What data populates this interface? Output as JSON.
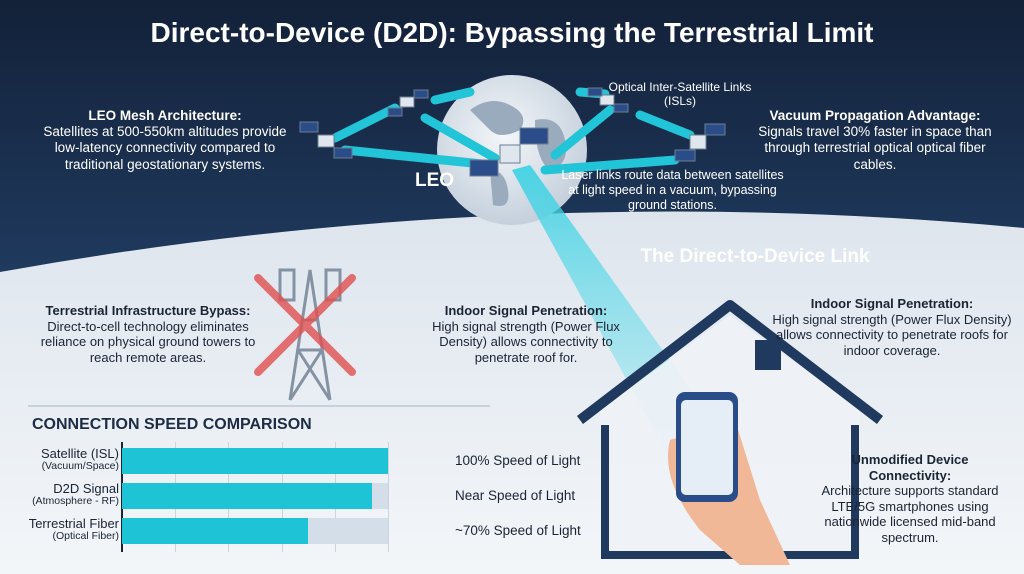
{
  "title": "Direct-to-Device (D2D): Bypassing the Terrestrial Limit",
  "leo_label": "LEO",
  "isl_label": "Optical Inter-Satellite Links (ISLs)",
  "laser_note": "Laser links route data between satellites at light speed in a vacuum, bypassing ground stations.",
  "leo_mesh": {
    "heading": "LEO Mesh Architecture:",
    "body": "Satellites at 500-550km altitudes provide low-latency connectivity compared to traditional geostationary systems."
  },
  "vacuum": {
    "heading": "Vacuum Propagation Advantage:",
    "body": "Signals travel 30% faster in space than through terrestrial optical optical fiber cables."
  },
  "d2d_link": "The Direct-to-Device Link",
  "terrestrial": {
    "heading": "Terrestrial Infrastructure Bypass:",
    "body": "Direct-to-cell technology eliminates reliance on physical ground towers to reach remote areas."
  },
  "indoor_center": {
    "heading": "Indoor Signal Penetration:",
    "body": "High signal strength (Power Flux Density) allows connectivity to penetrate roof for."
  },
  "indoor_right": {
    "heading": "Indoor Signal Penetration:",
    "body": "High signal strength (Power Flux Density) allows connectivity to penetrate roofs for indoor coverage."
  },
  "unmodified": {
    "heading": "Unmodified Device Connectivity:",
    "body": "Architecture supports standard LTE/5G smartphones using nationwide licensed mid-band spectrum."
  },
  "chart_data": {
    "type": "bar",
    "title": "CONNECTION SPEED COMPARISON",
    "categories": [
      {
        "name": "Satellite (ISL)",
        "sub": "(Vacuum/Space)",
        "label": "100% Speed of Light"
      },
      {
        "name": "D2D Signal",
        "sub": "(Atmosphere - RF)",
        "label": "Near Speed of Light"
      },
      {
        "name": "Terrestrial Fiber",
        "sub": "(Optical Fiber)",
        "label": "~70% Speed of Light"
      }
    ],
    "values": [
      100,
      94,
      70
    ],
    "ylim": [
      0,
      100
    ],
    "grid": true
  },
  "colors": {
    "navy": "#14233d",
    "cyan": "#1fc3d6",
    "red": "#e05050"
  }
}
